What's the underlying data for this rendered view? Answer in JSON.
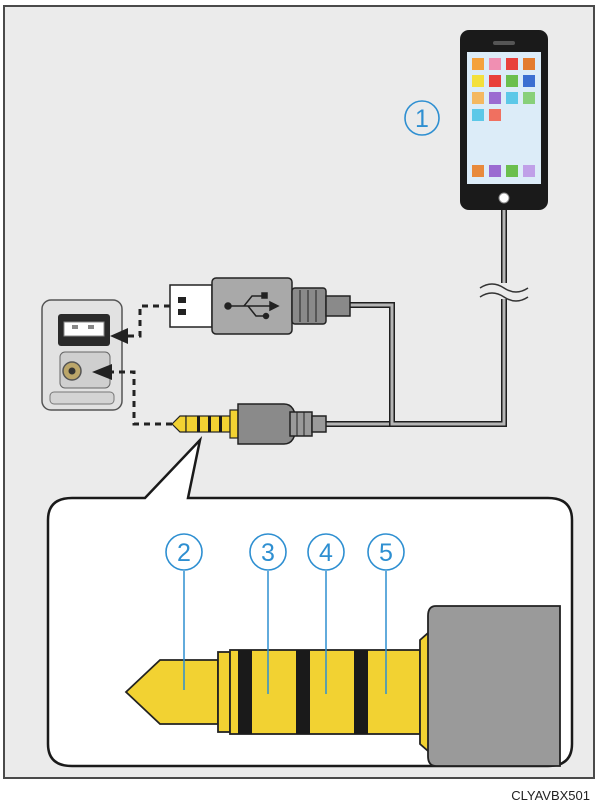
{
  "figure": {
    "code": "CLYAVBX501",
    "callouts": [
      "1",
      "2",
      "3",
      "4",
      "5"
    ]
  },
  "colors": {
    "panel_background": "#ebebeb",
    "frame": "#4a4a4a",
    "callout": "#2e8fd1",
    "plug_gold": "#f2d232",
    "plug_band": "#1a1a1a",
    "cable": "#9a9a9a"
  },
  "icons": {
    "usb": "usb-trident-icon"
  }
}
